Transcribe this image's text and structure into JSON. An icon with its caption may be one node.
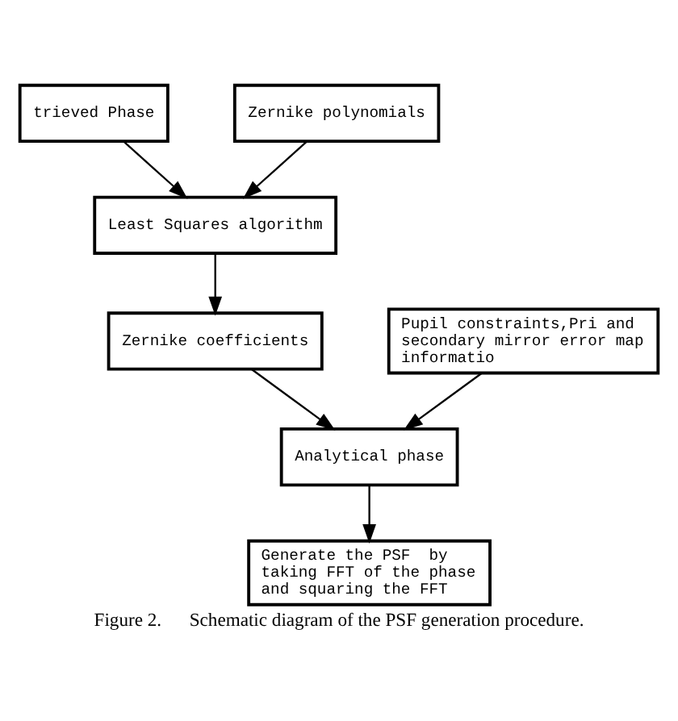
{
  "diagram": {
    "caption": "Figure 2.      Schematic diagram of the PSF generation procedure.",
    "nodes": [
      {
        "text": [
          "trieved Phase"
        ]
      },
      {
        "text": [
          "Zernike polynomials"
        ]
      },
      {
        "text": [
          "Least Squares algorithm"
        ]
      },
      {
        "text": [
          "Zernike coefficients"
        ]
      },
      {
        "text": [
          "Pupil constraints,Pri and secondary mirror error map informatio"
        ]
      },
      {
        "text": [
          "Analytical phase"
        ]
      },
      {
        "text": [
          "Generate the PSF  by taking FFT of the phase and squaring the FFT"
        ]
      }
    ],
    "edges": [
      {
        "from": 0,
        "to": 2,
        "arrow": "to"
      },
      {
        "from": 1,
        "to": 2,
        "arrow": "to"
      },
      {
        "from": 2,
        "to": 3,
        "arrow": "to"
      },
      {
        "from": 3,
        "to": 5,
        "arrow": "to"
      },
      {
        "from": 4,
        "to": 5,
        "arrow": "to"
      },
      {
        "from": 5,
        "to": 6,
        "arrow": "to"
      }
    ]
  }
}
